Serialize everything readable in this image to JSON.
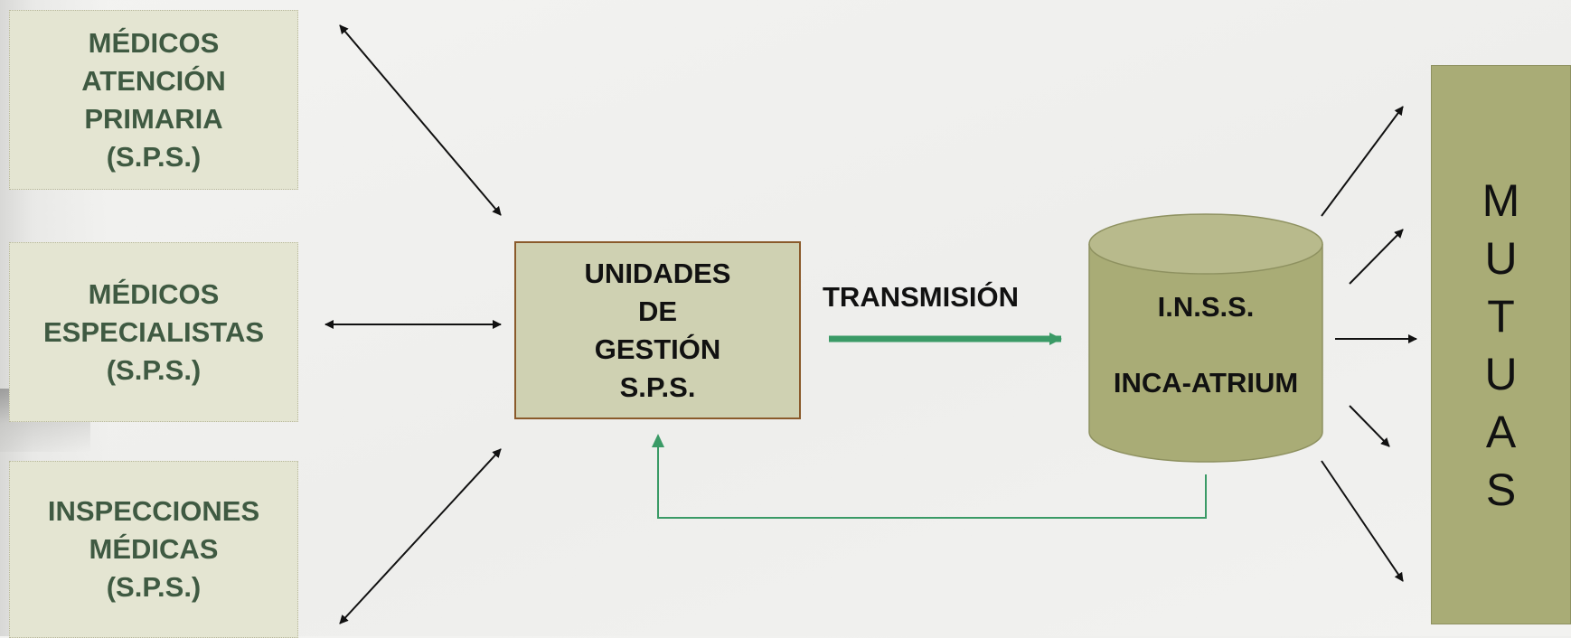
{
  "sources": {
    "primaria": [
      "MÉDICOS",
      "ATENCIÓN",
      "PRIMARIA",
      "(S.P.S.)"
    ],
    "especialistas": [
      "MÉDICOS",
      "ESPECIALISTAS",
      "(S.P.S.)"
    ],
    "inspecciones": [
      "INSPECCIONES",
      "MÉDICAS",
      "(S.P.S.)"
    ]
  },
  "center": [
    "UNIDADES",
    "DE",
    "GESTIÓN",
    "S.P.S."
  ],
  "transmission_label": "TRANSMISIÓN",
  "database": {
    "line1": "I.N.S.S.",
    "line2": "INCA-ATRIUM"
  },
  "mutuas_letters": [
    "M",
    "U",
    "T",
    "U",
    "A",
    "S"
  ],
  "colors": {
    "source_fill": "#e4e5d2",
    "source_text": "#3f5a42",
    "center_fill": "#cfd1b2",
    "center_border": "#8a5a2b",
    "cylinder_fill": "#a9ac76",
    "cylinder_top": "#b8ba8c",
    "transmission_arrow": "#3a9a66",
    "mutuas_fill": "#a9ac76"
  }
}
